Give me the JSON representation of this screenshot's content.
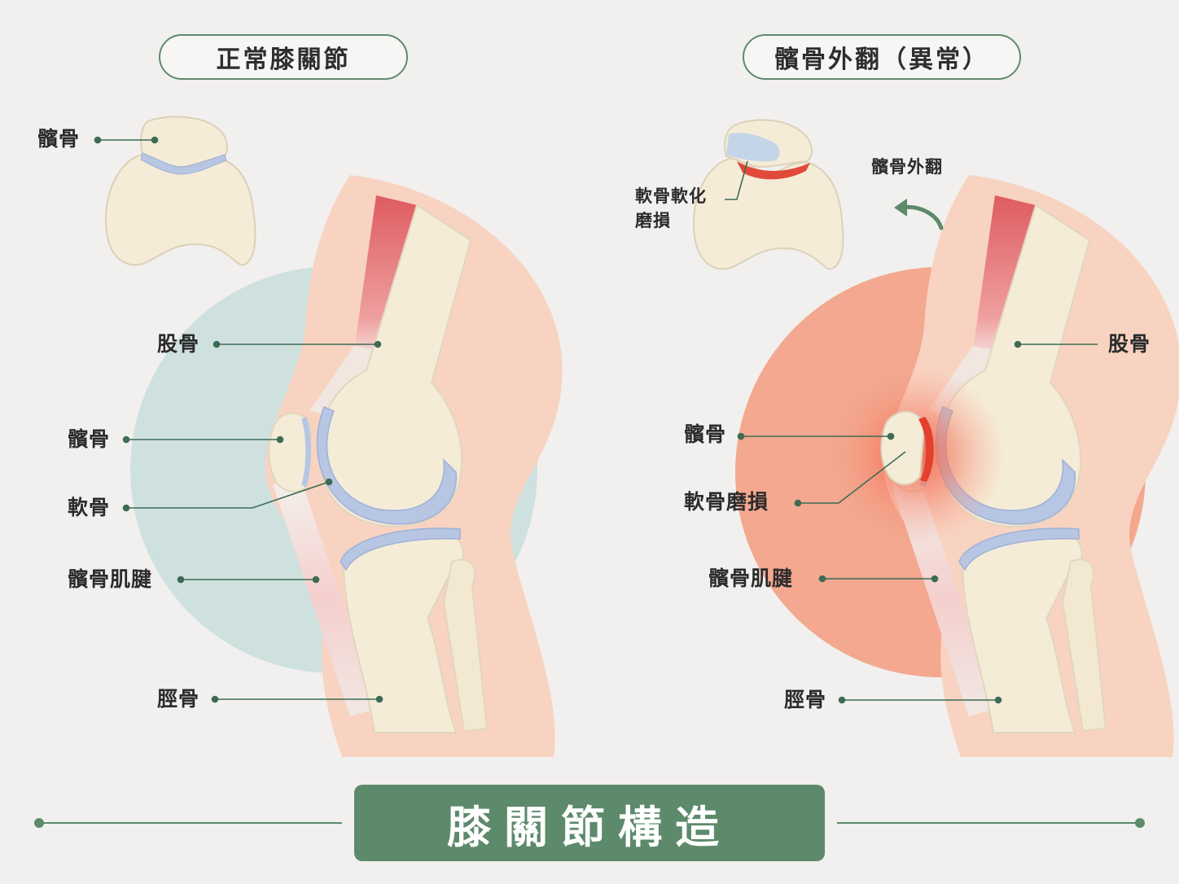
{
  "panels": {
    "normal": {
      "title": "正常膝關節",
      "labels": {
        "patella_top": "髕骨",
        "femur": "股骨",
        "patella": "髕骨",
        "cartilage": "軟骨",
        "patellar_tendon": "髕骨肌腱",
        "tibia": "脛骨"
      }
    },
    "abnormal": {
      "title": "髕骨外翻（異常）",
      "labels": {
        "cartilage_softening_line1": "軟骨軟化",
        "cartilage_softening_line2": "磨損",
        "eversion": "髕骨外翻",
        "femur": "股骨",
        "patella": "髕骨",
        "cartilage_wear": "軟骨磨損",
        "patellar_tendon": "髕骨肌腱",
        "tibia": "脛骨"
      }
    }
  },
  "banner": {
    "title": "膝關節構造"
  },
  "colors": {
    "accent_green": "#5c8a6b",
    "skin": "#f8d0bc",
    "bone": "#f5ecd9",
    "cartilage": "#b9c7e2",
    "muscle": "#e06a6a",
    "normal_bg_circle": "#cfe1df",
    "abnormal_bg_circle": "#f3a88f",
    "inflammation": "#e8442f"
  }
}
